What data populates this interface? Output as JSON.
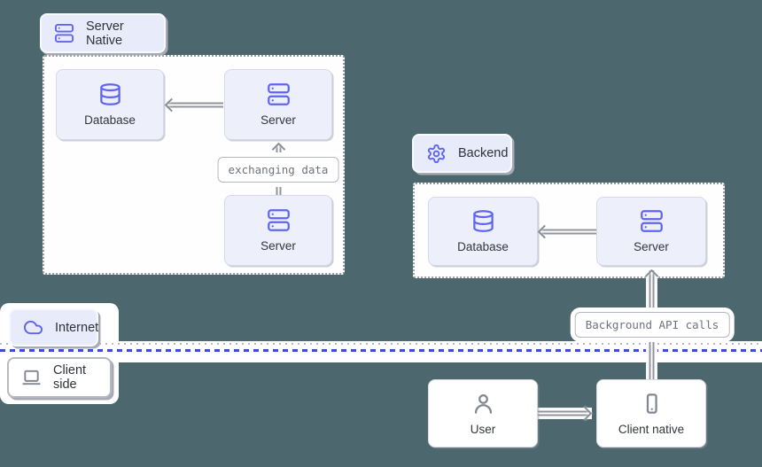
{
  "background_color": "#4d676f",
  "accent_color": "#6065ef",
  "divider_color": "#3a4ad9",
  "arrow_color": "#90959d",
  "group_labels": {
    "server_native": "Server Native",
    "backend": "Backend"
  },
  "zone_labels": {
    "internet": "Internet",
    "client_side": "Client side"
  },
  "nodes": {
    "sn_database": "Database",
    "sn_server_top": "Server",
    "sn_server_bottom": "Server",
    "be_database": "Database",
    "be_server": "Server",
    "user": "User",
    "client_native": "Client native"
  },
  "edge_labels": {
    "exchanging_data": "exchanging data",
    "background_api_calls": "Background API calls"
  }
}
